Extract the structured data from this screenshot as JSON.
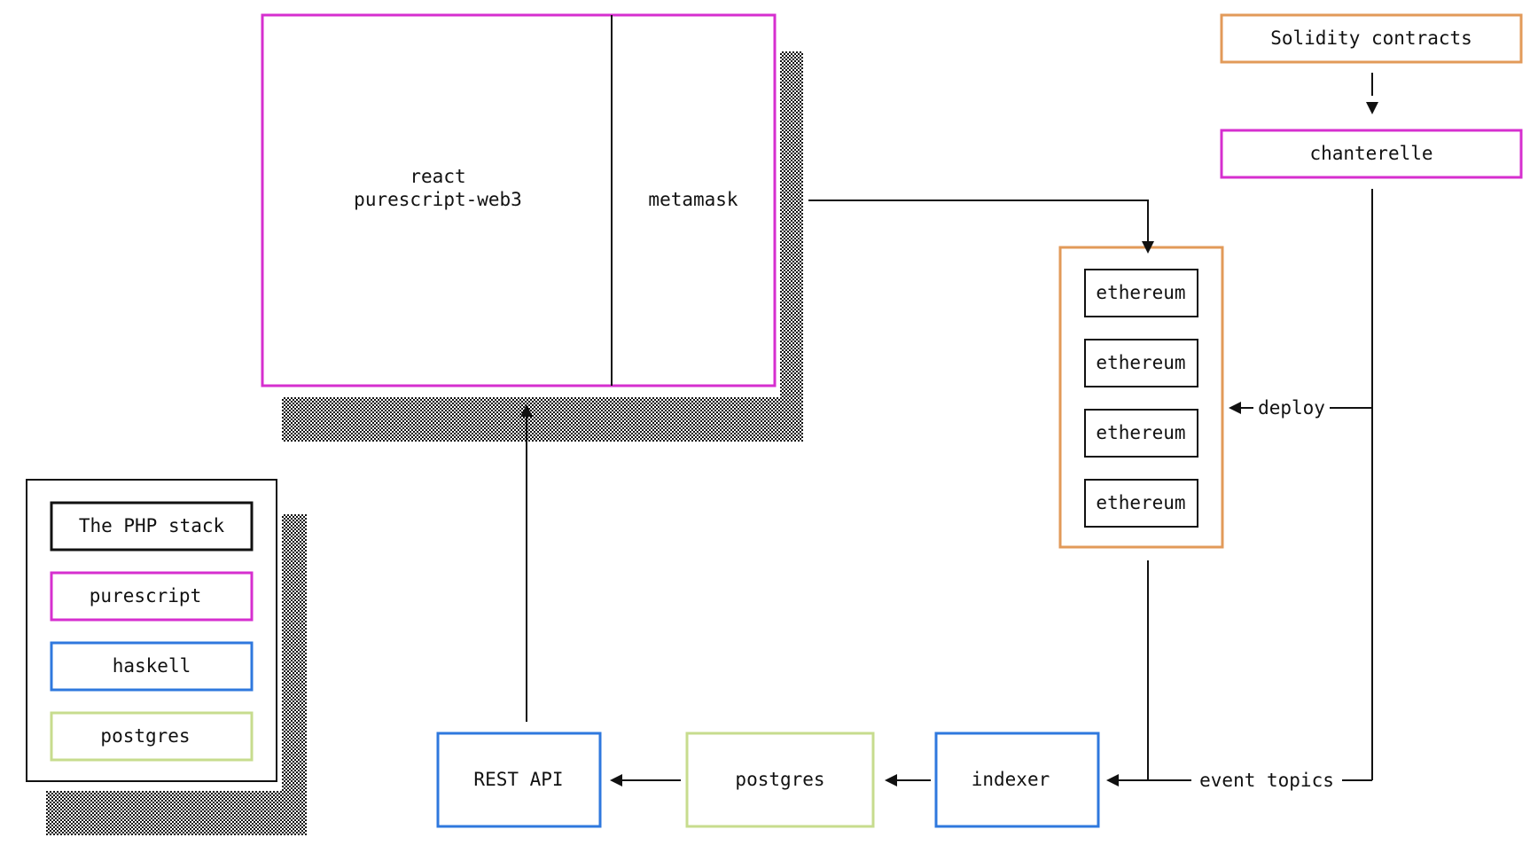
{
  "colors": {
    "php": "#111111",
    "purescript": "#d62fcf",
    "haskell": "#2f78de",
    "postgres": "#c7dc8e",
    "solidity": "#e29a59",
    "ethereum_cluster": "#e29a59",
    "line": "#111111",
    "shadow_dots": "#111111"
  },
  "nodes": {
    "frontend_main": {
      "line1": "react",
      "line2": "purescript-web3",
      "color": "purescript"
    },
    "metamask": {
      "label": "metamask",
      "color": "purescript"
    },
    "solidity": {
      "label": "Solidity contracts",
      "color": "solidity"
    },
    "chanterelle": {
      "label": "chanterelle",
      "color": "purescript"
    },
    "ethereum_nodes": [
      "ethereum",
      "ethereum",
      "ethereum",
      "ethereum"
    ],
    "rest_api": {
      "label": "REST API",
      "color": "haskell"
    },
    "postgres": {
      "label": "postgres",
      "color": "postgres"
    },
    "indexer": {
      "label": "indexer",
      "color": "haskell"
    }
  },
  "edge_labels": {
    "deploy": "deploy",
    "event_topics": "event topics"
  },
  "legend": {
    "items": [
      {
        "label": "The PHP stack",
        "color": "php"
      },
      {
        "label": "purescript",
        "color": "purescript"
      },
      {
        "label": "haskell",
        "color": "haskell"
      },
      {
        "label": "postgres",
        "color": "postgres"
      }
    ]
  }
}
